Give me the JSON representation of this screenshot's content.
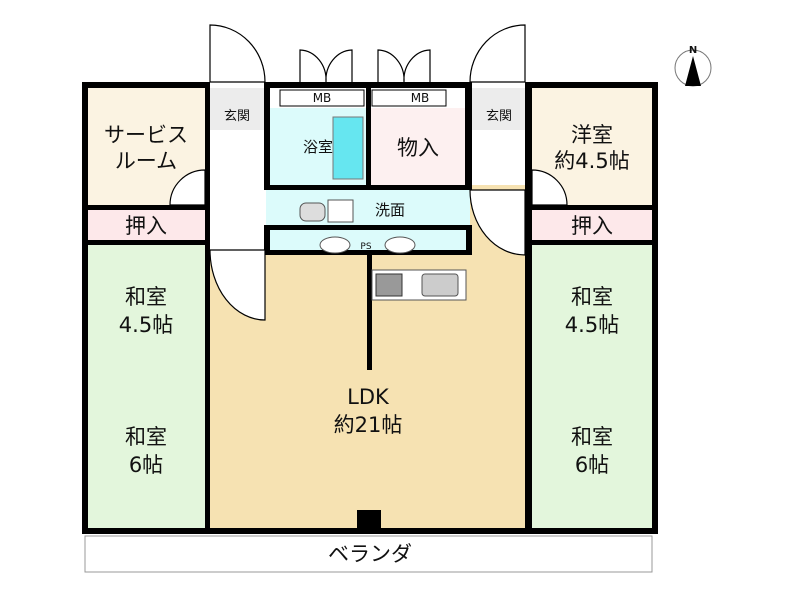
{
  "rooms": {
    "service_room": [
      "サービス",
      "ルーム"
    ],
    "western_room": [
      "洋室",
      "約4.5帖"
    ],
    "closet_left": "押入",
    "closet_right": "押入",
    "japanese_left_top": [
      "和室",
      "4.5帖"
    ],
    "japanese_left_bottom": [
      "和室",
      "6帖"
    ],
    "japanese_right_top": [
      "和室",
      "4.5帖"
    ],
    "japanese_right_bottom": [
      "和室",
      "6帖"
    ],
    "entrance_left": "玄関",
    "entrance_right": "玄関",
    "meter_box_left": "MB",
    "meter_box_right": "MB",
    "bathroom": "浴室",
    "storage": "物入",
    "washroom": "洗面",
    "pipe_space": "PS",
    "ldk": [
      "LDK",
      "約21帖"
    ],
    "veranda": "ベランダ"
  },
  "compass": {
    "label": "N"
  },
  "colors": {
    "tatami": "#e3f6dc",
    "ldk": "#f6e2b2",
    "service": "#fbf3e2",
    "closet": "#fde8ea",
    "bath": "#dcfbfb",
    "storage": "#fdf0f0",
    "entrance": "#ececec"
  }
}
